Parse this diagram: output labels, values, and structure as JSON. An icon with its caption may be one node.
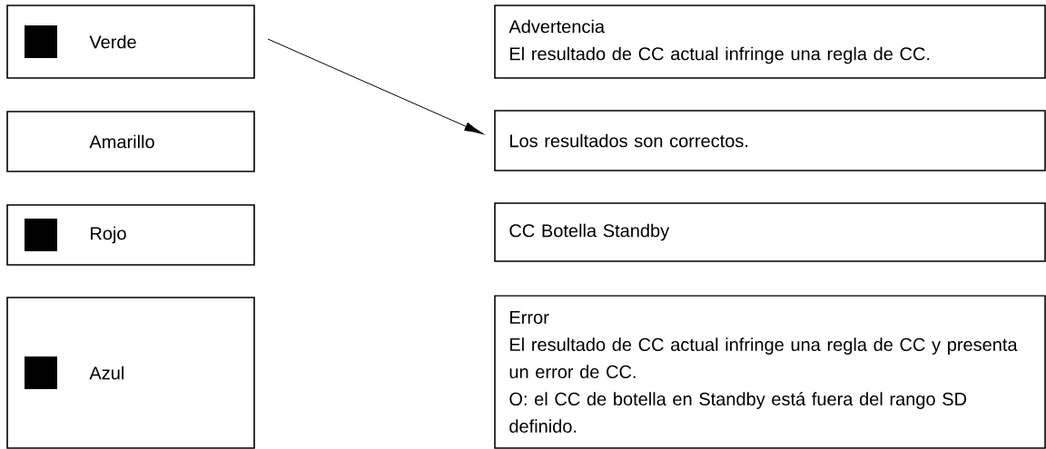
{
  "diagram": {
    "nodes": [
      {
        "text": [
          "Verde"
        ]
      },
      {
        "text": [
          "Amarillo"
        ]
      },
      {
        "text": [
          "Rojo"
        ]
      },
      {
        "text": [
          "Azul"
        ]
      },
      {
        "text": [
          "Advertencia",
          "El resultado de CC actual infringe una regla de CC."
        ]
      },
      {
        "text": [
          "Los resultados son correctos."
        ]
      },
      {
        "text": [
          "CC Botella Standby"
        ]
      },
      {
        "text": [
          "Error",
          "El resultado de CC actual infringe una regla de CC y presenta un error de CC.",
          "O: el CC de botella en Standby está fuera del rango SD definido."
        ]
      }
    ],
    "edges": [
      {
        "from": 0,
        "to": 5,
        "arrow": "to"
      }
    ]
  }
}
